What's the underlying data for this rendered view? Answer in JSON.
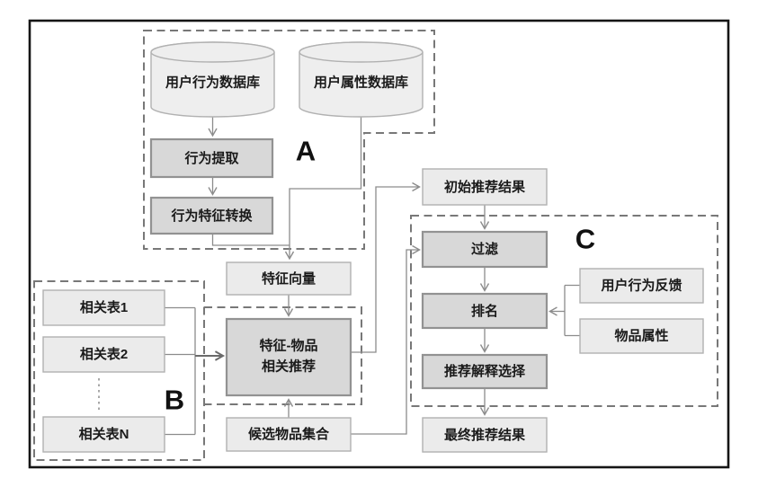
{
  "colors": {
    "frame": "#151515",
    "node_fill_light": "#ebebeb",
    "node_border_light": "#b1b1b1",
    "node_fill_dark": "#d8d8d8",
    "node_border_dark": "#929292",
    "dashed_group_border": "#787878",
    "connector": "#8c8c8c",
    "connector_emphasis": "#6a6a6a",
    "text": "#1a1a1a"
  },
  "groups": {
    "a": {
      "label": "A"
    },
    "b": {
      "label": "B"
    },
    "c": {
      "label": "C"
    }
  },
  "nodes": {
    "user_behavior_db": {
      "label": "用户行为数据库",
      "type": "database"
    },
    "user_attribute_db": {
      "label": "用户属性数据库",
      "type": "database"
    },
    "behavior_extraction": {
      "label": "行为提取"
    },
    "behavior_feature_conversion": {
      "label": "行为特征转换"
    },
    "feature_vector": {
      "label": "特征向量"
    },
    "related_table_1": {
      "label": "相关表1"
    },
    "related_table_2": {
      "label": "相关表2"
    },
    "related_table_n": {
      "label": "相关表N"
    },
    "feature_item_recommendation": {
      "label_line1": "特征-物品",
      "label_line2": "相关推荐"
    },
    "candidate_item_set": {
      "label": "候选物品集合"
    },
    "initial_recommendation_results": {
      "label": "初始推荐结果"
    },
    "filtering": {
      "label": "过滤"
    },
    "ranking": {
      "label": "排名"
    },
    "recommendation_explanation_selection": {
      "label": "推荐解释选择"
    },
    "final_recommendation_results": {
      "label": "最终推荐结果"
    },
    "user_behavior_feedback": {
      "label": "用户行为反馈"
    },
    "item_attributes": {
      "label": "物品属性"
    }
  }
}
